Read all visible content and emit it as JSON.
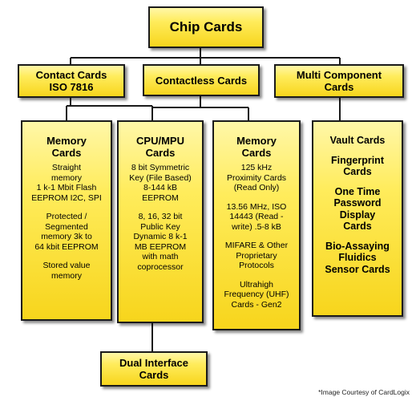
{
  "title": "Chip Cards",
  "categories": [
    {
      "id": "contact",
      "label_lines": [
        "Contact Cards",
        "ISO 7816"
      ]
    },
    {
      "id": "contactless",
      "label_lines": [
        "Contactless Cards"
      ]
    },
    {
      "id": "multi",
      "label_lines": [
        "Multi Component",
        "Cards"
      ]
    }
  ],
  "columns": [
    {
      "id": "memory-cards-contact",
      "title_lines": [
        "Memory",
        "Cards"
      ],
      "items": [
        [
          "Straight",
          "memory",
          "1 k-1 Mbit Flash",
          "EEPROM I2C, SPI"
        ],
        [
          "Protected /",
          "Segmented",
          "memory 3k to",
          "64 kbit EEPROM"
        ],
        [
          "Stored value",
          "memory"
        ]
      ]
    },
    {
      "id": "cpu-mpu-cards",
      "title_lines": [
        "CPU/MPU",
        "Cards"
      ],
      "items": [
        [
          "8 bit Symmetric",
          "Key (File Based)",
          "8-144 kB",
          "EEPROM"
        ],
        [
          "8, 16, 32 bit",
          "Public Key",
          "Dynamic 8 k-1",
          "MB EEPROM",
          "with math",
          "coprocessor"
        ]
      ]
    },
    {
      "id": "memory-cards-contactless",
      "title_lines": [
        "Memory",
        "Cards"
      ],
      "items": [
        [
          "125 kHz",
          "Proximity Cards",
          "(Read Only)"
        ],
        [
          "13.56 MHz, ISO",
          "14443 (Read -",
          "write) .5-8 kB"
        ],
        [
          "MIFARE & Other",
          "Proprietary",
          "Protocols"
        ],
        [
          "Ultrahigh",
          "Frequency (UHF)",
          "Cards - Gen2"
        ]
      ]
    },
    {
      "id": "multi-component-list",
      "items": [
        [
          "Vault Cards"
        ],
        [
          "Fingerprint",
          "Cards"
        ],
        [
          "One Time",
          "Password",
          "Display",
          "Cards"
        ],
        [
          "Bio-Assaying",
          "Fluidics",
          "Sensor Cards"
        ]
      ]
    }
  ],
  "dual_interface": {
    "label_lines": [
      "Dual Interface",
      "Cards"
    ]
  },
  "credit": "*Image Courtesy of CardLogix"
}
